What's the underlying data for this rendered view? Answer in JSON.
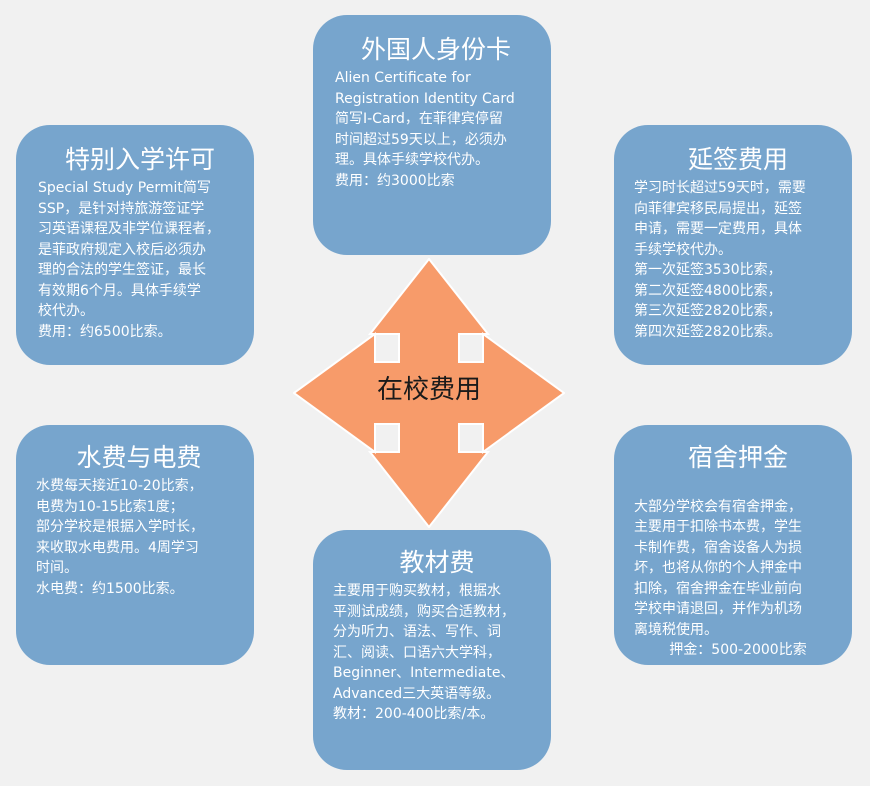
{
  "center": {
    "label": "在校费用"
  },
  "colors": {
    "box_fill": "#77a5cd",
    "arrow_fill": "#f79b6a",
    "arrow_stroke": "#ffffff",
    "text": "#ffffff"
  },
  "boxes": {
    "top": {
      "title": "外国人身份卡",
      "body": "Alien Certificate for\nRegistration Identity Card\n简写I-Card，在菲律宾停留\n时间超过59天以上，必须办\n理。具体手续学校代办。\n费用：约3000比索"
    },
    "left1": {
      "title": "特别入学许可",
      "body": "Special Study Permit简写\nSSP，是针对持旅游签证学\n习英语课程及非学位课程者，\n是菲政府规定入校后必须办\n理的合法的学生签证，最长\n有效期6个月。具体手续学\n校代办。\n费用：约6500比索。"
    },
    "right1": {
      "title": "延签费用",
      "body": "学习时长超过59天时，需要\n向菲律宾移民局提出，延签\n申请，需要一定费用，具体\n手续学校代办。\n第一次延签3530比索，\n第二次延签4800比索，\n第三次延签2820比索，\n第四次延签2820比索。"
    },
    "left2": {
      "title": "水费与电费",
      "body": "水费每天接近10-20比索，\n电费为10-15比索1度；\n部分学校是根据入学时长，\n来收取水电费用。4周学习\n时间。\n水电费：约1500比索。"
    },
    "right2": {
      "title": "宿舍押金",
      "body": "大部分学校会有宿舍押金，\n主要用于扣除书本费，学生\n卡制作费，宿舍设备人为损\n坏，也将从你的个人押金中\n扣除，宿舍押金在毕业前向\n学校申请退回，并作为机场\n离境税使用。",
      "last": "押金：500-2000比索"
    },
    "bottom": {
      "title": "教材费",
      "body": "主要用于购买教材，根据水\n平测试成绩，购买合适教材，\n分为听力、语法、写作、词\n汇、阅读、口语六大学科，\nBeginner、Intermediate、\nAdvanced三大英语等级。\n教材：200-400比索/本。"
    }
  }
}
